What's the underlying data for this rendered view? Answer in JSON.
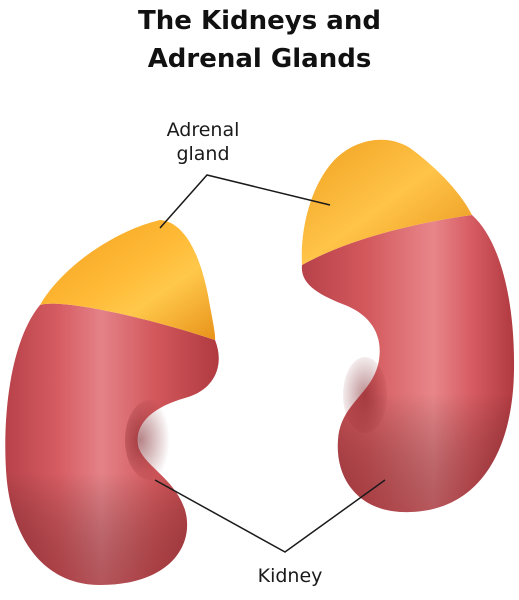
{
  "title": {
    "line1": "The Kidneys and",
    "line2": "Adrenal Glands"
  },
  "labels": {
    "adrenal_line1": "Adrenal",
    "adrenal_line2": "gland",
    "kidney": "Kidney"
  },
  "colors": {
    "kidney_base": "#d2585c",
    "kidney_dark": "#b03a40",
    "kidney_highlight": "#e8868a",
    "adrenal_base": "#f5a623",
    "adrenal_dark": "#e08a10",
    "adrenal_highlight": "#ffc84a",
    "leader_line": "#1a1a1a"
  }
}
